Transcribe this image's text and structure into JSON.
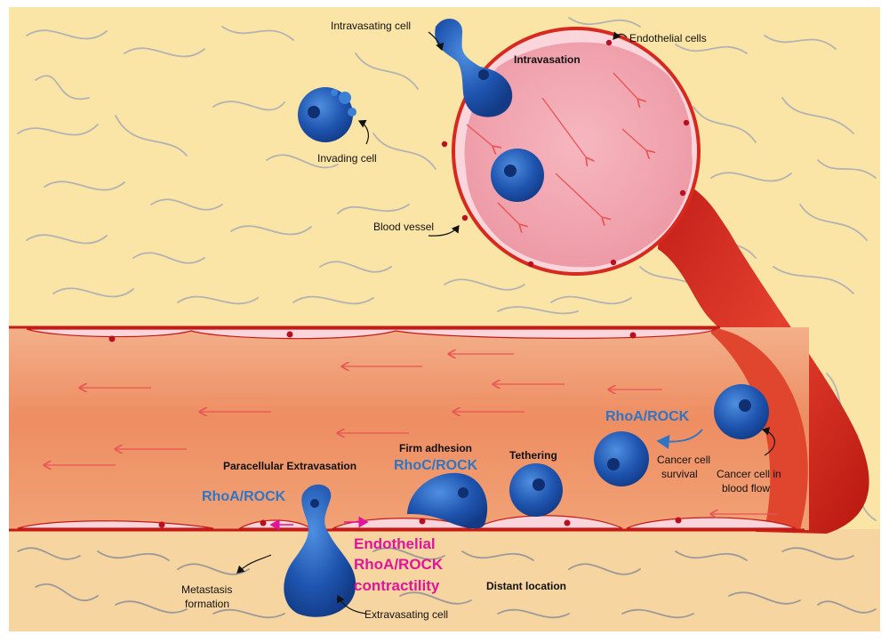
{
  "labels": {
    "intravasating_cell": "Intravasating cell",
    "endothelial_cells": "Endothelial cells",
    "intravasation": "Intravasation",
    "invading_cell": "Invading cell",
    "blood_vessel": "Blood vessel",
    "rhoa_rock_top": "RhoA/ROCK",
    "firm_adhesion": "Firm adhesion",
    "rhoc_rock": "RhoC/ROCK",
    "tethering": "Tethering",
    "paracellular_extravasation": "Paracellular Extravasation",
    "rhoa_rock_bottom": "RhoA/ROCK",
    "cancer_cell_survival_1": "Cancer cell",
    "cancer_cell_survival_2": "survival",
    "cancer_cell_blood_1": "Cancer cell in",
    "cancer_cell_blood_2": "blood flow",
    "endothelial_contract_1": "Endothelial",
    "endothelial_contract_2": "RhoA/ROCK",
    "endothelial_contract_3": "contractility",
    "distant_location": "Distant location",
    "metastasis_1": "Metastasis",
    "metastasis_2": "formation",
    "extravasating_cell": "Extravasating cell"
  },
  "colors": {
    "tissue_top": "#fbe5a6",
    "tissue_bottom": "#f7d5a1",
    "vessel_wall": "#d62a1f",
    "vessel_lumen": "#f0a07a",
    "lumen_circle": "#f2a2ad",
    "endothelium": "#fbd5dc",
    "cell_blue": "#1c4fa8",
    "label_blue": "#2f75c4",
    "label_magenta": "#e0159a",
    "flow_arrow": "#e85555"
  }
}
